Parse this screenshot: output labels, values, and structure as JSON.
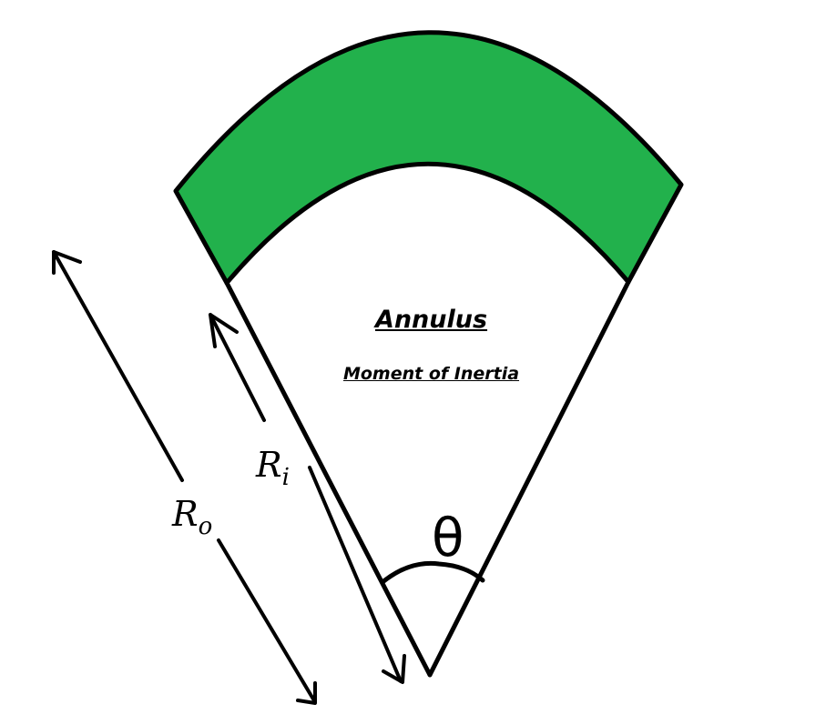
{
  "title": "Annulus",
  "subtitle": "Moment of Inertia",
  "labels": {
    "inner_radius": {
      "symbol": "R",
      "subscript": "i"
    },
    "outer_radius": {
      "symbol": "R",
      "subscript": "o"
    },
    "angle": "θ"
  },
  "colors": {
    "annulus_fill": "#22b14c",
    "stroke": "#000000",
    "background": "#ffffff"
  }
}
